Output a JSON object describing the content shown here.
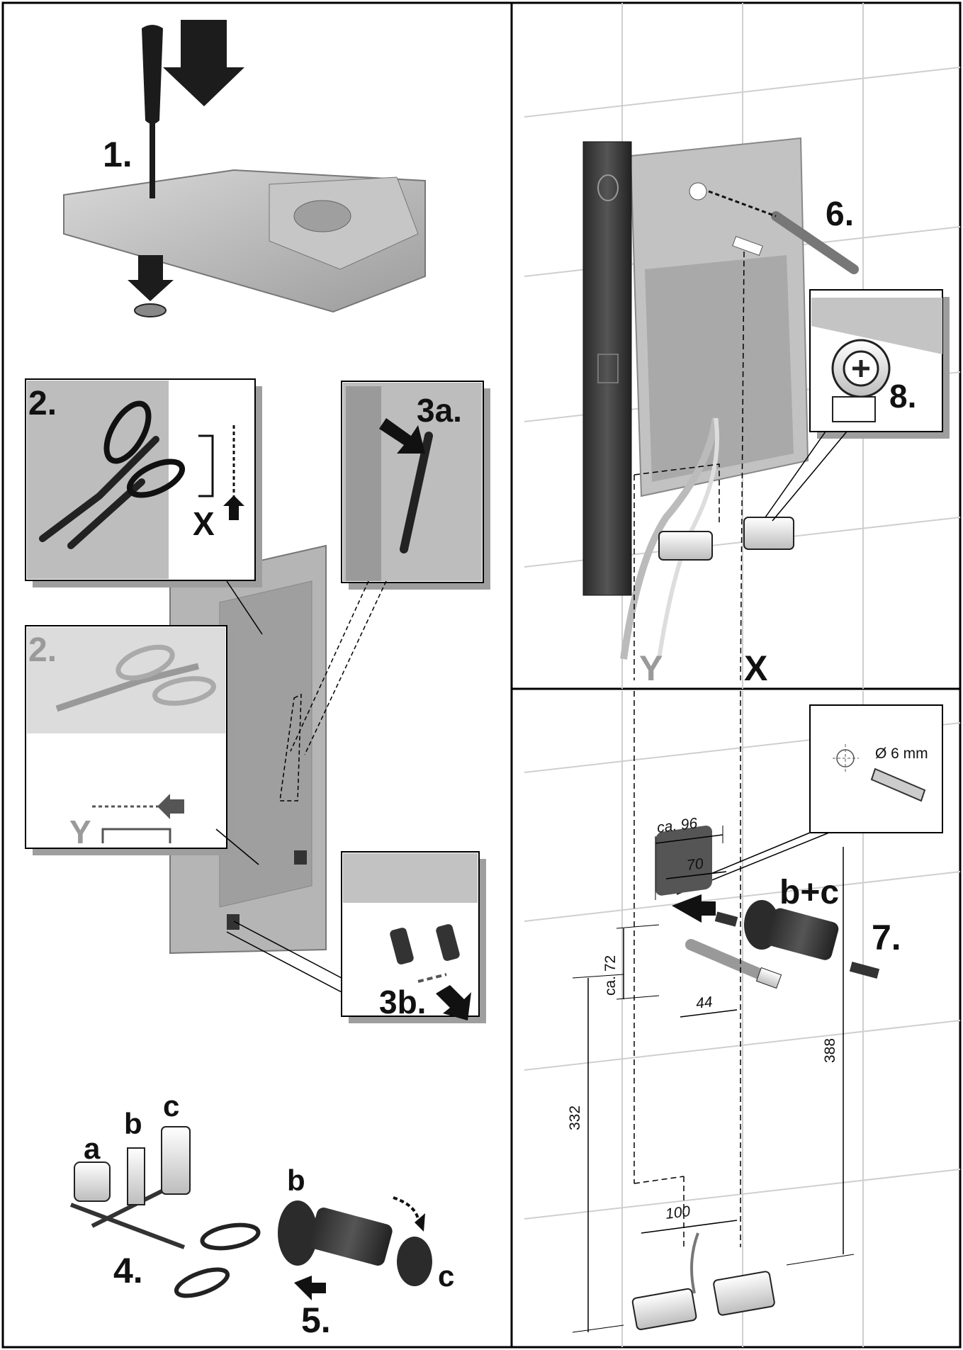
{
  "steps": {
    "s1": "1.",
    "s2a": "2.",
    "s2b": "2.",
    "s3a": "3a.",
    "s3b": "3b.",
    "s4": "4.",
    "s5": "5.",
    "s6": "6.",
    "s7": "7.",
    "s8": "8."
  },
  "parts": {
    "a": "a",
    "b": "b",
    "c": "c",
    "b5": "b",
    "c5": "c",
    "bc": "b+c"
  },
  "markers": {
    "x_inset": "X",
    "y_inset": "Y",
    "y_wall": "Y",
    "x_wall": "X"
  },
  "dimensions": {
    "ca96": "ca. 96",
    "d70": "70",
    "ca72": "ca. 72",
    "d44": "44",
    "d388": "388",
    "d332": "332",
    "d100": "100",
    "drill": "Ø 6 mm"
  },
  "colors": {
    "frame": "#000000",
    "housing": "#b9b9b9",
    "level": "#3a3a3a",
    "shadow": "#9e9e9e"
  }
}
